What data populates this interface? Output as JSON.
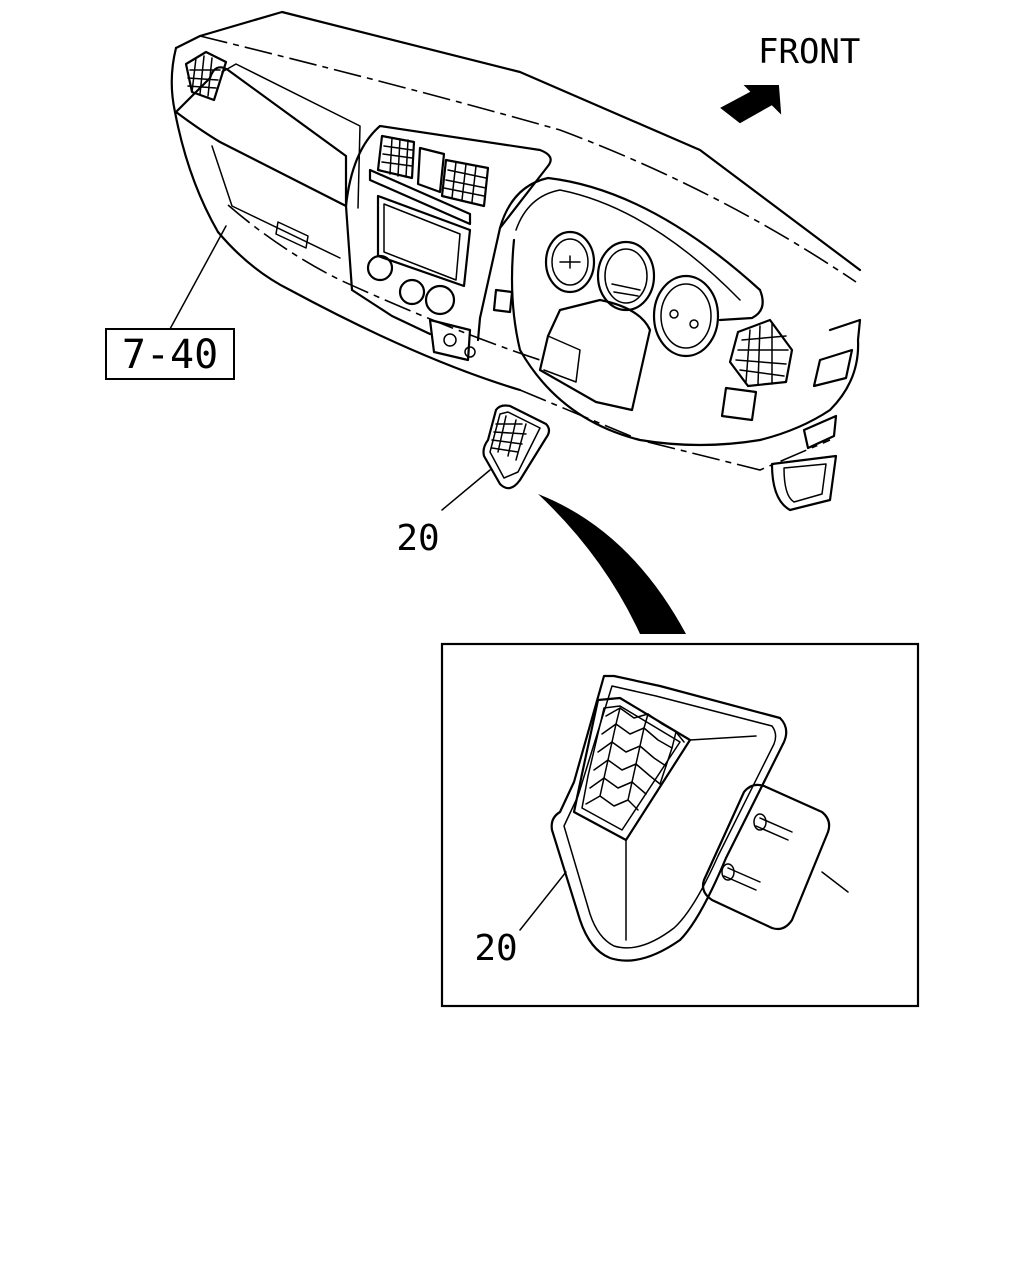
{
  "direction_label": "FRONT",
  "reference_label": "7-40",
  "callouts": [
    {
      "id": "part-20-main",
      "label": "20"
    },
    {
      "id": "part-20-detail",
      "label": "20"
    }
  ],
  "icons": [
    "front-arrow-icon",
    "dashboard-illustration",
    "vent-grille-part",
    "detail-curve-arrow"
  ]
}
